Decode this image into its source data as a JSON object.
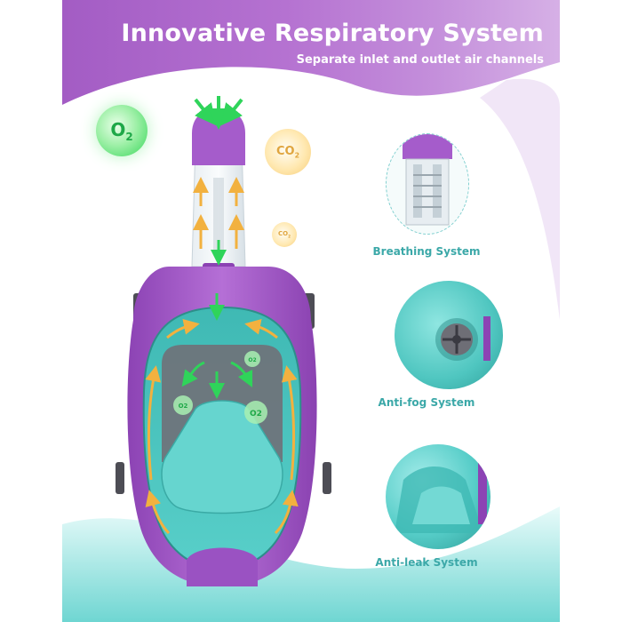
{
  "header": {
    "title": "Innovative Respiratory System",
    "subtitle": "Separate inlet and outlet air channels"
  },
  "bubbles": {
    "o2_main": "O",
    "o2_main_sub": "2",
    "co2_large": "CO",
    "co2_large_sub": "2",
    "co2_small": "CO",
    "co2_small_sub": "2",
    "o2_in_mask_a": "O2",
    "o2_in_mask_b": "O2",
    "o2_in_mask_c": "O2"
  },
  "features": [
    {
      "label": "Breathing System",
      "icon": "breathing-tube-icon"
    },
    {
      "label": "Anti-fog System",
      "icon": "anti-fog-valve-icon"
    },
    {
      "label": "Anti-leak System",
      "icon": "anti-leak-seal-icon"
    }
  ],
  "colors": {
    "purple": "#a35cc4",
    "teal": "#5fd0cc",
    "green_arrow": "#2fd45a",
    "orange_arrow": "#f2b13f",
    "label_teal": "#3ba8a8"
  }
}
